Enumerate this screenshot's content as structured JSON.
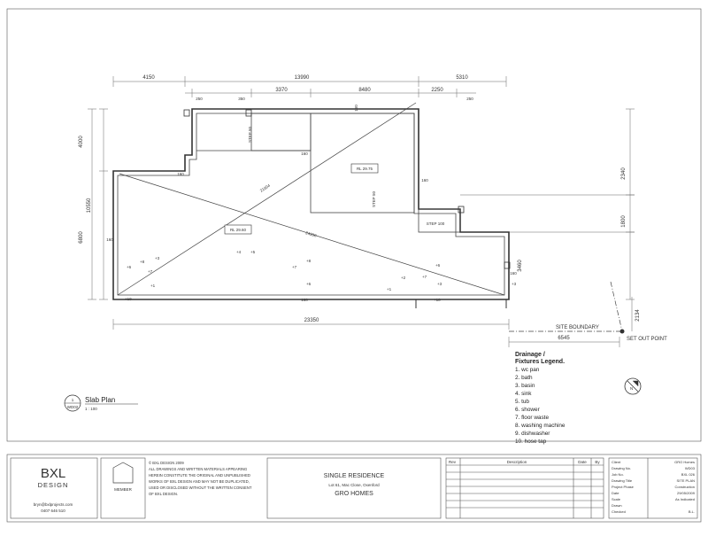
{
  "plan": {
    "title": "Slab Plan",
    "ref_number": "1",
    "ref_sheet": "WD02",
    "scale": "1 : 100",
    "top_dims": [
      "4150",
      "13990",
      "5310"
    ],
    "second_dims": [
      "250",
      "350",
      "3370",
      "8480",
      "2250",
      "250"
    ],
    "left_dims": [
      "4000",
      "10550",
      "6800"
    ],
    "right_dims": [
      "2340",
      "1800",
      "3460"
    ],
    "bottom_dim": "23350",
    "boundary_dim": "6545",
    "right_small_dim": "2134",
    "site_boundary": "SITE BOUNDARY",
    "set_out_point": "SET OUT POINT",
    "diagonal_1": "21604",
    "diagonal_2": "24330",
    "rl_1": "RL 29.60",
    "rl_2": "RL 29.75",
    "step_50": "STEP 50",
    "step_100": "STEP 100",
    "wall_160_labels": [
      "160",
      "160",
      "160",
      "160",
      "160",
      "160"
    ],
    "slab_depth": "160",
    "markers": [
      "+3",
      "+8",
      "+7",
      "+1",
      "+4",
      "+6",
      "+8",
      "+7",
      "+5",
      "+6",
      "+2",
      "+7",
      "+3",
      "+10",
      "+10",
      "+6",
      "+1",
      "+3"
    ],
    "north_label": "N"
  },
  "legend": {
    "title_1": "Drainage /",
    "title_2": "Fixtures  Legend.",
    "items": [
      "1. wc pan",
      "2. bath",
      "3. basin",
      "4. sink",
      "5. tub",
      "6. shower",
      "7. floor waste",
      "8. washing machine",
      "9. dishwasher",
      "10. hose tap"
    ]
  },
  "title_block": {
    "logo_line1": "BXL",
    "logo_line2": "DESIGN",
    "contact_email": "bryn@bxlprojects.com",
    "contact_phone": "0407 646 510",
    "member_label": "MEMBER",
    "copyright_lines": [
      "© BXL DESIGN 2009",
      "ALL DRAWINGS AND WRITTEN MATERIALS APPEARING",
      "HEREIN CONSTITUTE THE ORIGINAL AND UNPUBLISHED",
      "WORKS OF BXL DESIGN AND MAY NOT BE DUPLICATED,",
      "USED OR DISCLOSED WITHOUT THE WRITTEN CONSENT",
      "OF BXL DESIGN."
    ],
    "project_title": "SINGLE RESIDENCE",
    "project_address": "Lot 61, Mac Close, Oxenford",
    "client": "GRO HOMES",
    "rev_headers": [
      "Rev",
      "Description",
      "Date",
      "By"
    ],
    "info_labels": [
      "Client",
      "Drawing No.",
      "Job No.",
      "Drawing Title",
      "Project Phase",
      "Date",
      "Scale",
      "Drawn",
      "Checked"
    ],
    "info_values": [
      "GRO Homes",
      "WD03",
      "BXL 026",
      "SITE PLAN",
      "Construction",
      "29/05/2009",
      "As Indicated",
      "",
      "B.L."
    ]
  }
}
